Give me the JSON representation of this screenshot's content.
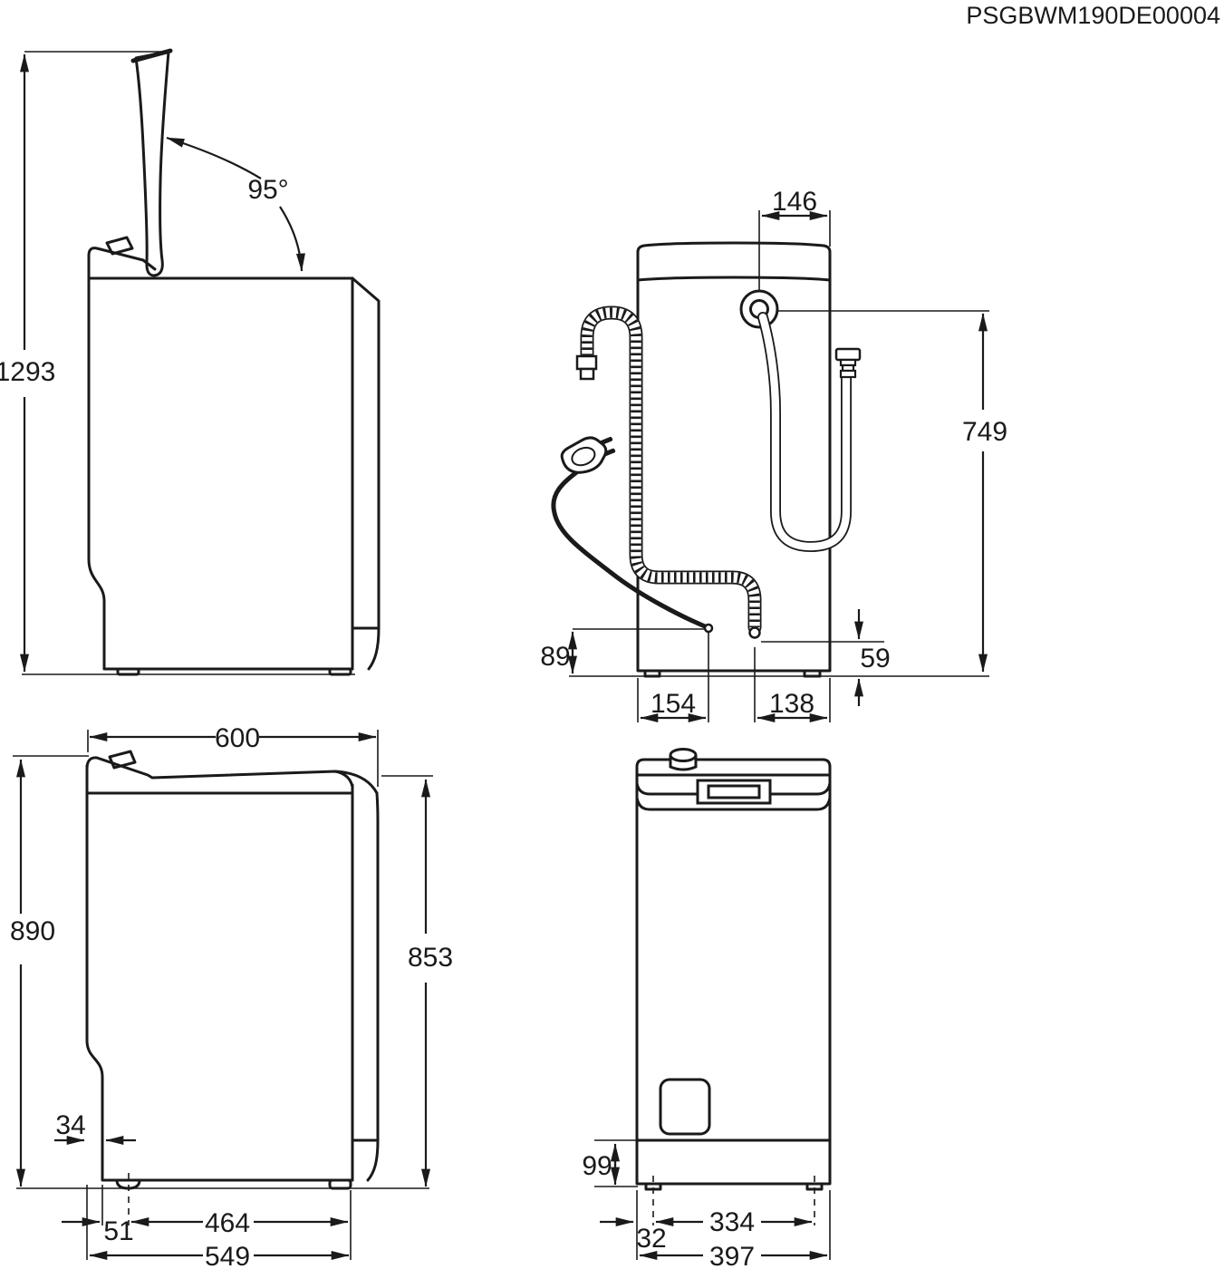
{
  "part_number": "PSGBWM190DE00004",
  "side_open_view": {
    "total_height_lid_open": "1293",
    "lid_opening_angle": "95°"
  },
  "rear_view": {
    "inlet_to_right_side": "146",
    "inlet_height": "749",
    "cord_exit_height": "89",
    "drain_exit_height": "59",
    "cord_to_left_side": "154",
    "drain_to_right_side": "138"
  },
  "side_closed_view": {
    "depth": "600",
    "total_height": "890",
    "rear_height": "853",
    "base_recess": "34",
    "front_foot_inset": "51",
    "feet_spacing": "464",
    "feet_span": "549"
  },
  "front_view": {
    "plinth_height": "99",
    "foot_inset": "32",
    "feet_spacing": "334",
    "width": "397"
  }
}
